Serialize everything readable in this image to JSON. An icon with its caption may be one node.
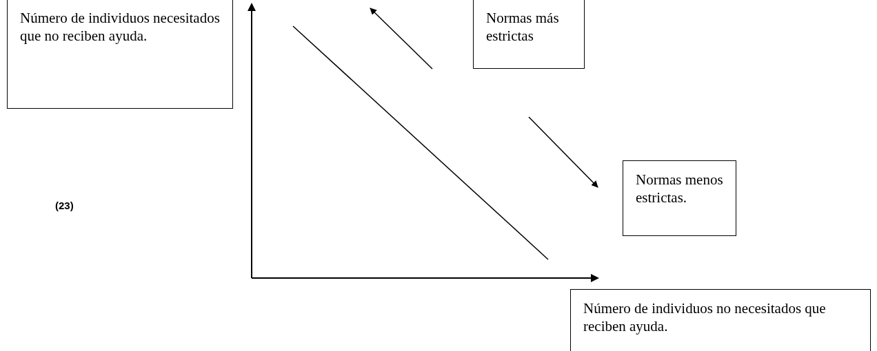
{
  "diagram": {
    "nodes": [
      {
        "text": [
          "Número de individuos necesitados que no reciben ayuda."
        ]
      },
      {
        "text": [
          "Normas más estrictas"
        ]
      },
      {
        "text": [
          "Normas menos estrictas."
        ]
      },
      {
        "text": [
          "Número de individuos no necesitados que reciben ayuda."
        ]
      }
    ],
    "labels": [
      "(23)"
    ]
  }
}
